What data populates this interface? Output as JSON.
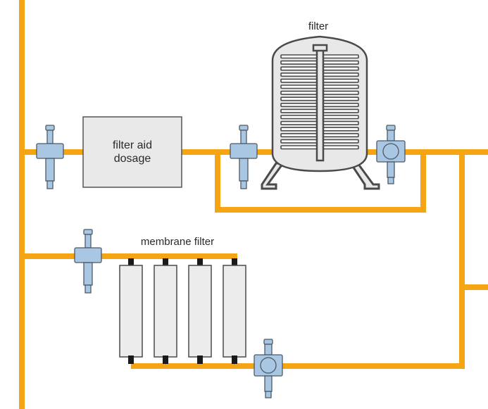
{
  "labels": {
    "filter": "filter",
    "filter_aid_line1": "filter aid",
    "filter_aid_line2": "dosage",
    "membrane_filter": "membrane filter"
  },
  "colors": {
    "pipe": "#f5a414",
    "valve_fill": "#a9c6e3",
    "valve_stroke": "#4d5a66",
    "vessel_fill": "#e8e8e8",
    "vessel_stroke": "#4a4a4a",
    "box_fill": "#e9e9e9",
    "box_stroke": "#555555",
    "cartridge_fill": "#ececec",
    "cap": "#1a1a1a"
  },
  "components": {
    "valves": [
      "shutoff-valve",
      "shutoff-valve",
      "control-valve",
      "shutoff-valve",
      "control-valve"
    ],
    "membrane_cartridge_count": 4,
    "filter_plate_count": 16
  }
}
